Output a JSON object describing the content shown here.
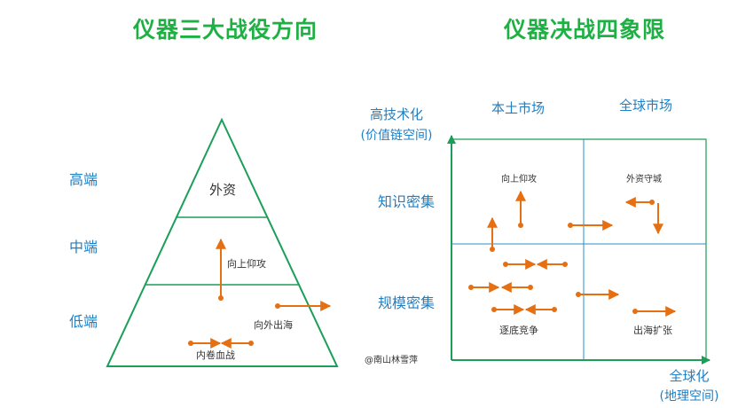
{
  "colors": {
    "title": "#1db144",
    "lines": "#1a9e58",
    "quadrant_lines": "#2a8fc4",
    "arrows": "#e66f12",
    "labels": "#1f7fc4",
    "text_dark": "#333333"
  },
  "left_panel": {
    "title": "仪器三大战役方向",
    "tiers": [
      "高端",
      "中端",
      "低端"
    ],
    "pyramid_labels": {
      "top": "外资",
      "middle": "向上仰攻",
      "bottom_left": "内卷血战",
      "bottom_right": "向外出海"
    }
  },
  "right_panel": {
    "title": "仪器决战四象限",
    "col_headers": [
      "本土市场",
      "全球市场"
    ],
    "y_axis_label": [
      "高技术化",
      "(价值链空间)"
    ],
    "x_axis_label": [
      "全球化",
      "(地理空间)"
    ],
    "row_labels": [
      "知识密集",
      "规模密集"
    ],
    "quadrants": {
      "top_left": "向上仰攻",
      "top_right": "外资守城",
      "bottom_left": "逐底竞争",
      "bottom_right": "出海扩张"
    },
    "watermark": "@南山林雪萍"
  }
}
